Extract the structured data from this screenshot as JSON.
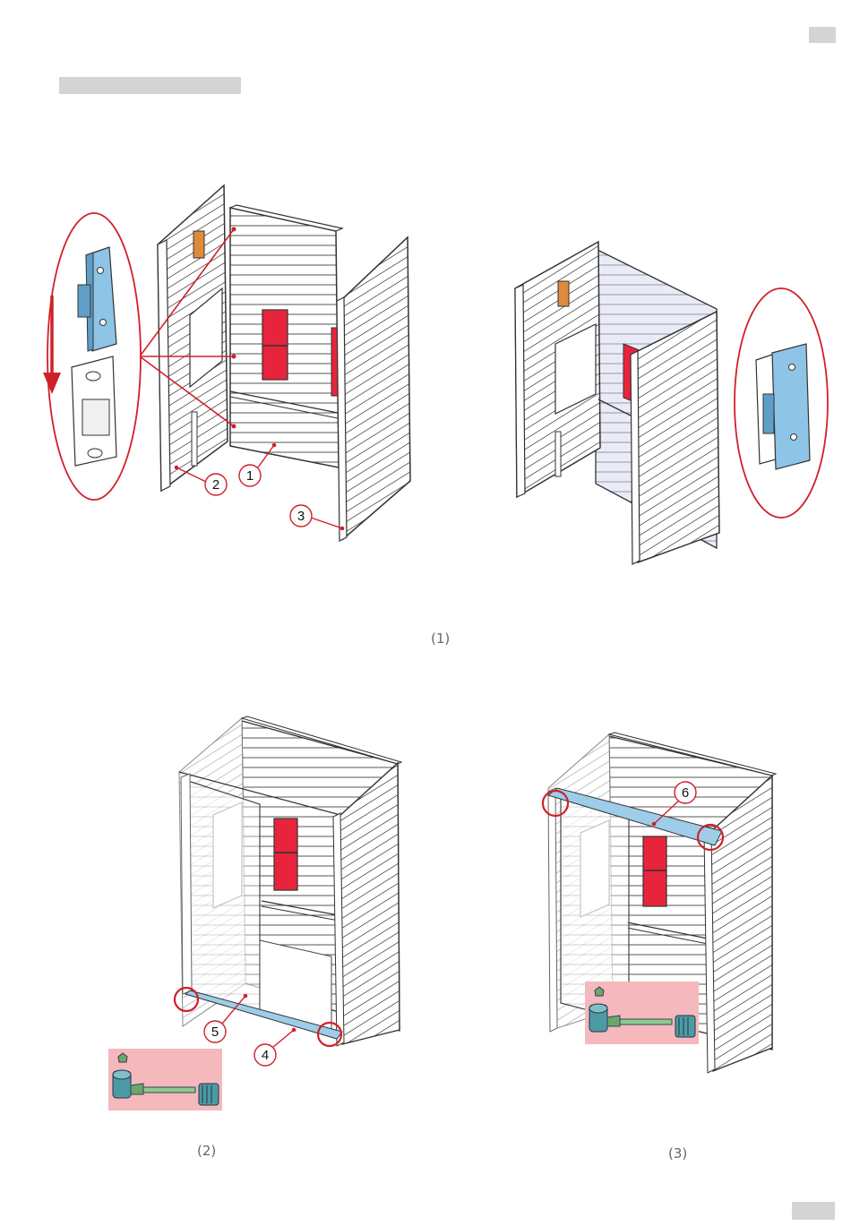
{
  "colors": {
    "callout_red": "#d0202a",
    "ir_heater_red": "#e8243c",
    "bracket_blue": "#8ec4e6",
    "rail_blue": "#9dcde9",
    "hardware_bg": "#f4b8bd",
    "gray_block": "#d4d4d4",
    "panel_stroke": "#333333"
  },
  "captions": {
    "step1": "(1)",
    "step2": "(2)",
    "step3": "(3)"
  },
  "callouts": {
    "c1": "1",
    "c2": "2",
    "c3": "3",
    "c4": "4",
    "c5": "5",
    "c6": "6"
  }
}
